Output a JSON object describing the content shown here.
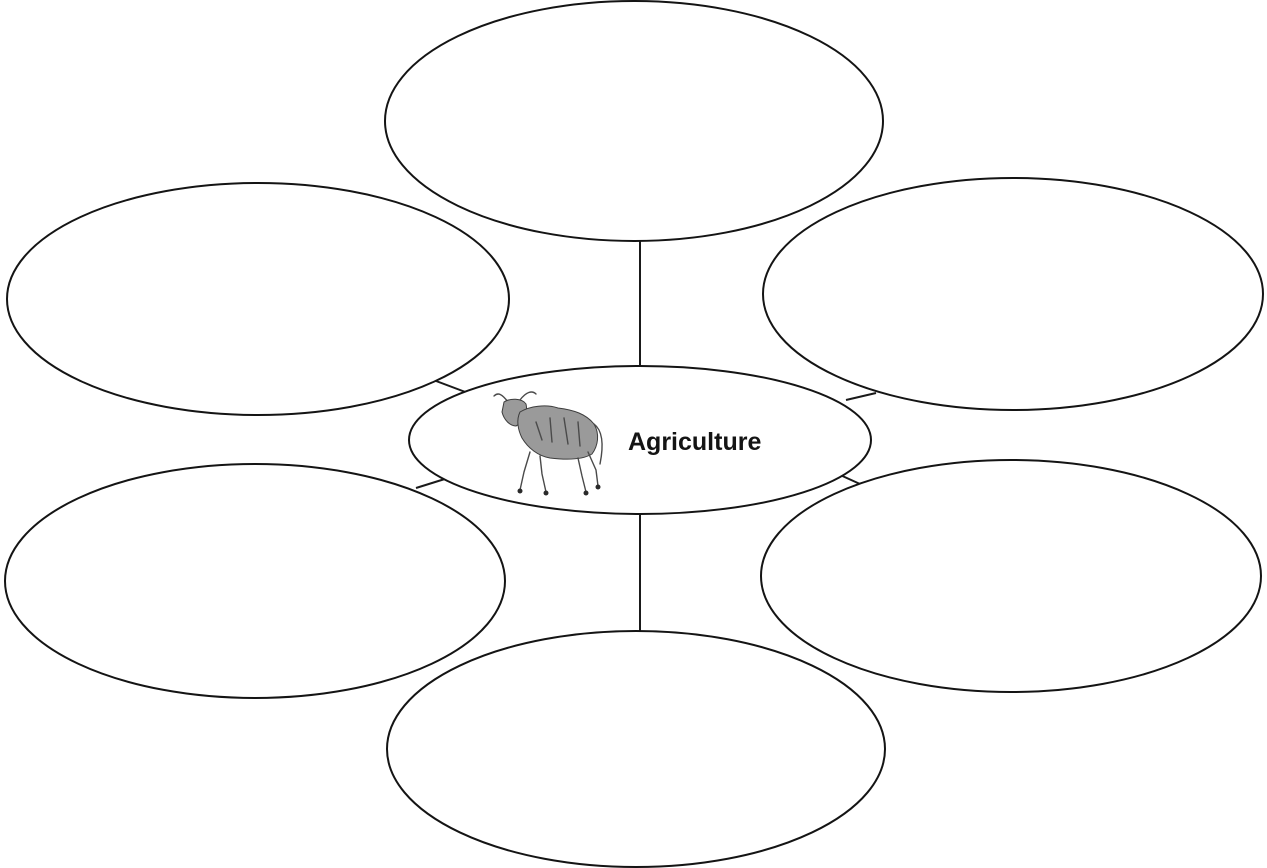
{
  "diagram": {
    "center_label": "Agriculture",
    "center_icon": "bull-icon",
    "outer_bubbles": [
      {
        "name": "top",
        "text": ""
      },
      {
        "name": "upper-left",
        "text": ""
      },
      {
        "name": "upper-right",
        "text": ""
      },
      {
        "name": "lower-left",
        "text": ""
      },
      {
        "name": "lower-right",
        "text": ""
      },
      {
        "name": "bottom",
        "text": ""
      }
    ],
    "colors": {
      "stroke": "#141414",
      "background": "#ffffff"
    }
  }
}
